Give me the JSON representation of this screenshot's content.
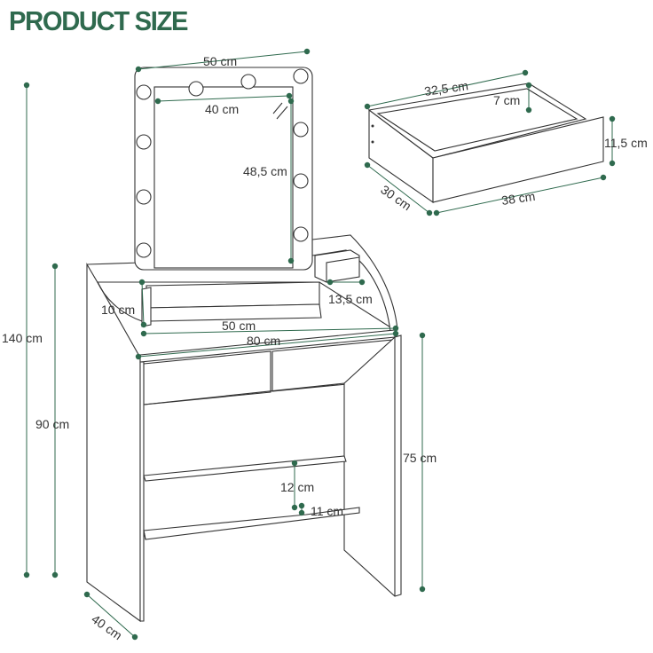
{
  "title": "PRODUCT SIZE",
  "colors": {
    "accent": "#2f6a4e",
    "line": "#333333",
    "text": "#333333"
  },
  "labels": {
    "mirror_width": "50 cm",
    "mirror_inner_width": "40 cm",
    "mirror_inner_height": "48,5 cm",
    "shelf_height": "10 cm",
    "shelf_depth": "13,5 cm",
    "top_shelf_width": "50 cm",
    "table_width": "80 cm",
    "total_height": "140 cm",
    "table_height": "90 cm",
    "leg_height": "75 cm",
    "shelf_gap": "12 cm",
    "shelf_board": "11 cm",
    "table_depth": "40 cm",
    "drawer_width_top": "32,5 cm",
    "drawer_inner_depth": "7 cm",
    "drawer_height": "11,5 cm",
    "drawer_depth": "30 cm",
    "drawer_front_width": "38 cm"
  }
}
